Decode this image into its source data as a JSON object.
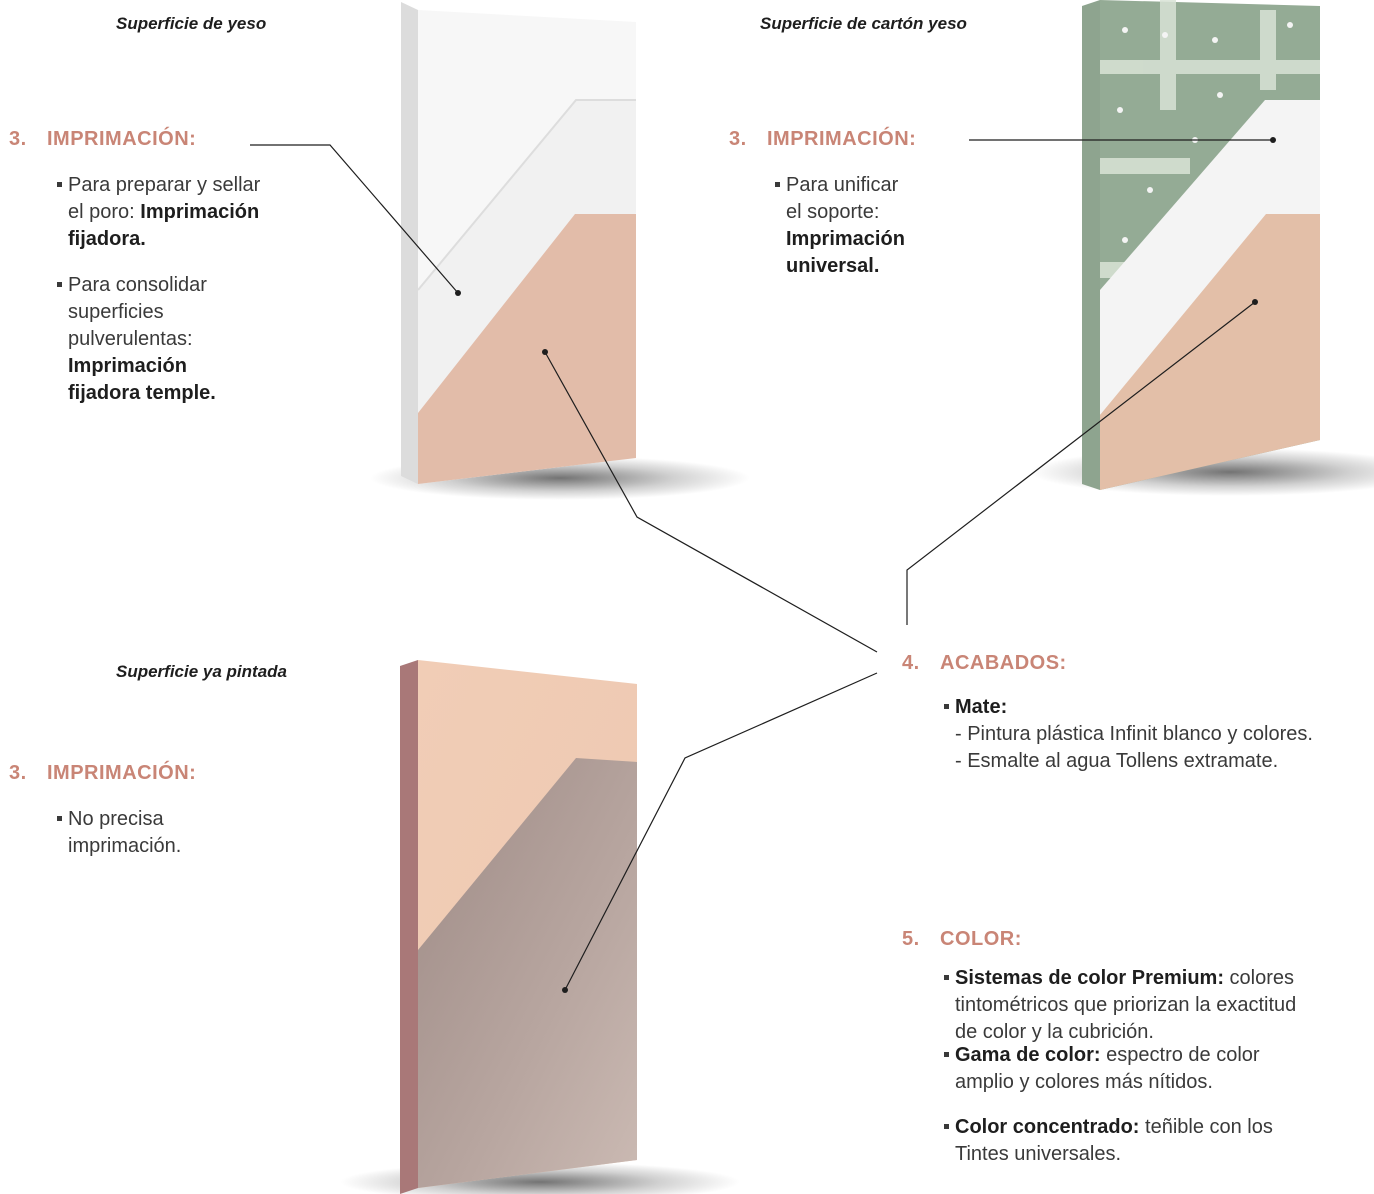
{
  "panels": {
    "yeso": {
      "title": "Superficie de yeso",
      "step_number": "3.",
      "step_heading": "IMPRIMACIÓN:",
      "bullets": [
        {
          "lines": [
            "Para preparar y sellar",
            "el poro: "
          ],
          "bold": [
            "Imprimación",
            "fijadora."
          ]
        },
        {
          "lines": [
            "Para consolidar",
            "superficies",
            "pulverulentas:"
          ],
          "bold": [
            "Imprimación",
            "fijadora temple."
          ]
        }
      ]
    },
    "carton_yeso": {
      "title": "Superficie de cartón yeso",
      "step_number": "3.",
      "step_heading": "IMPRIMACIÓN:",
      "bullets": [
        {
          "lines": [
            "Para unificar",
            "el soporte:"
          ],
          "bold": [
            "Imprimación",
            "universal."
          ]
        }
      ]
    },
    "pintada": {
      "title": "Superficie ya pintada",
      "step_number": "3.",
      "step_heading": "IMPRIMACIÓN:",
      "bullets": [
        {
          "lines": [
            "No precisa",
            "imprimación."
          ]
        }
      ]
    }
  },
  "acabados": {
    "number": "4.",
    "heading": "ACABADOS:",
    "label": "Mate:",
    "items": [
      "- Pintura plástica Infinit blanco y colores.",
      "- Esmalte al agua Tollens extramate."
    ]
  },
  "color": {
    "number": "5.",
    "heading": "COLOR:",
    "items": [
      {
        "bold": "Sistemas de color Premium:",
        "text": " colores",
        "rest": [
          "tintométricos que priorizan la exactitud",
          "de color y la cubrición."
        ]
      },
      {
        "bold": "Gama de color:",
        "text": " espectro de color",
        "rest": [
          "amplio y colores más nítidos."
        ]
      },
      {
        "bold": "Color concentrado:",
        "text": " teñible con los",
        "rest": [
          "Tintes universales."
        ]
      }
    ]
  },
  "colors": {
    "accent": "#c98576",
    "finish_pink": "#e3bfa8",
    "primer_white": "#f4f4f4",
    "plaster_white": "#f7f7f7",
    "drywall_green": "#93aa94",
    "painted_taupe": "#b3a19c",
    "painted_edge": "#a97878"
  }
}
